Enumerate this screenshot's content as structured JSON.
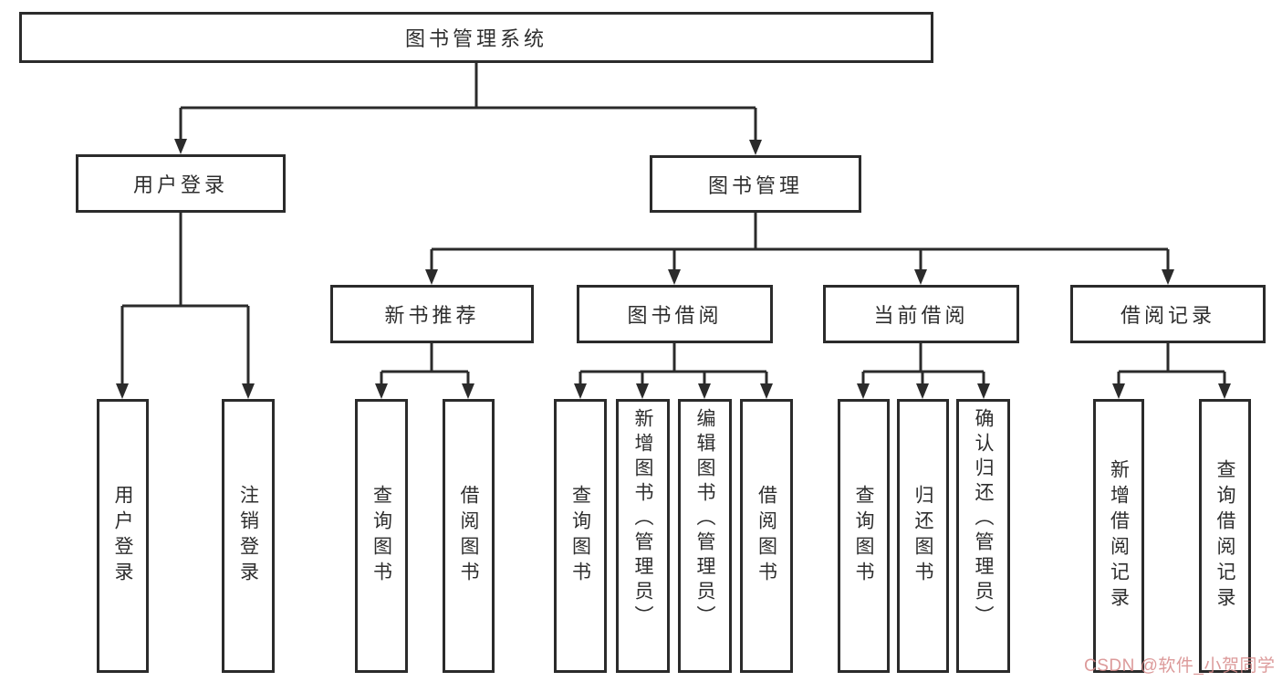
{
  "tree": {
    "root": {
      "label": "图书管理系统"
    },
    "branches": [
      {
        "label": "用户登录",
        "leaves": [
          {
            "label": "用户登录"
          },
          {
            "label": "注销登录"
          }
        ]
      },
      {
        "label": "图书管理",
        "children": [
          {
            "label": "新书推荐",
            "leaves": [
              {
                "label": "查询图书"
              },
              {
                "label": "借阅图书"
              }
            ]
          },
          {
            "label": "图书借阅",
            "leaves": [
              {
                "label": "查询图书"
              },
              {
                "label": "新增图书（管理员）"
              },
              {
                "label": "编辑图书（管理员）"
              },
              {
                "label": "借阅图书"
              }
            ]
          },
          {
            "label": "当前借阅",
            "leaves": [
              {
                "label": "查询图书"
              },
              {
                "label": "归还图书"
              },
              {
                "label": "确认归还（管理员）"
              }
            ]
          },
          {
            "label": "借阅记录",
            "leaves": [
              {
                "label": "新增借阅记录"
              },
              {
                "label": "查询借阅记录"
              }
            ]
          }
        ]
      }
    ]
  },
  "watermark": {
    "text": "CSDN @软件_小贺同学"
  },
  "colors": {
    "line": "#2b2b2b",
    "box_border": "#2b2b2b",
    "text": "#2e2e2e",
    "watermark": "#d68888"
  }
}
